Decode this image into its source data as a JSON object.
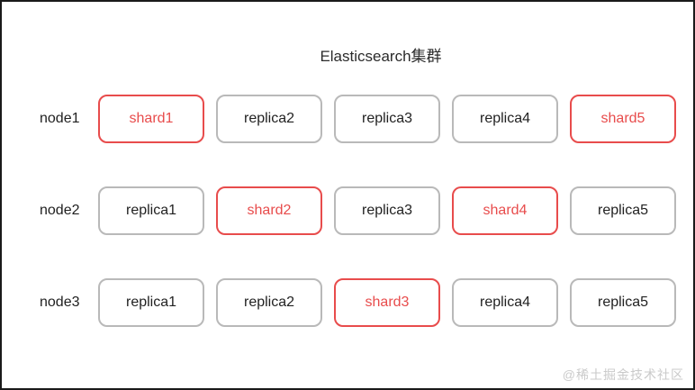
{
  "diagram": {
    "title": "Elasticsearch集群",
    "watermark": "@稀土掘金技术社区",
    "nodes": [
      {
        "label": "node1",
        "cells": [
          {
            "label": "shard1",
            "type": "primary"
          },
          {
            "label": "replica2",
            "type": "replica"
          },
          {
            "label": "replica3",
            "type": "replica"
          },
          {
            "label": "replica4",
            "type": "replica"
          },
          {
            "label": "shard5",
            "type": "primary"
          }
        ]
      },
      {
        "label": "node2",
        "cells": [
          {
            "label": "replica1",
            "type": "replica"
          },
          {
            "label": "shard2",
            "type": "primary"
          },
          {
            "label": "replica3",
            "type": "replica"
          },
          {
            "label": "shard4",
            "type": "primary"
          },
          {
            "label": "replica5",
            "type": "replica"
          }
        ]
      },
      {
        "label": "node3",
        "cells": [
          {
            "label": "replica1",
            "type": "replica"
          },
          {
            "label": "replica2",
            "type": "replica"
          },
          {
            "label": "shard3",
            "type": "primary"
          },
          {
            "label": "replica4",
            "type": "replica"
          },
          {
            "label": "replica5",
            "type": "replica"
          }
        ]
      }
    ]
  },
  "colors": {
    "primary_shard": "#e84c4c",
    "replica_border": "#b9b9b9",
    "text": "#1f1f1f",
    "frame_border": "#1a1a1a",
    "watermark": "#cacaca"
  }
}
